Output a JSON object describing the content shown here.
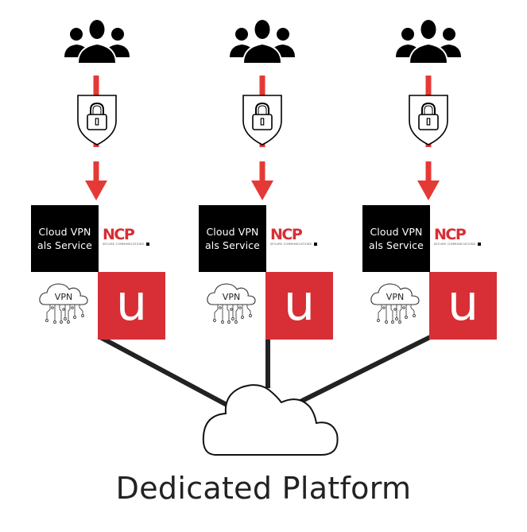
{
  "colors": {
    "accent_red": "#d72f35",
    "arrow_red": "#e53935",
    "black": "#000000",
    "link_dark": "#222222"
  },
  "icons": {
    "users": "users-group-icon",
    "shield": "shield-lock-icon",
    "arrow": "arrow-down-icon",
    "vpn": "vpn-cloud-icon",
    "platform": "cloud-icon"
  },
  "nodes": [
    {
      "service_line1": "Cloud VPN",
      "service_line2": "als Service",
      "ncp_brand": "NCP",
      "ncp_tagline": "SECURE COMMUNICATIONS",
      "vpn_label": "VPN",
      "u_letter": "u"
    },
    {
      "service_line1": "Cloud VPN",
      "service_line2": "als Service",
      "ncp_brand": "NCP",
      "ncp_tagline": "SECURE COMMUNICATIONS",
      "vpn_label": "VPN",
      "u_letter": "u"
    },
    {
      "service_line1": "Cloud VPN",
      "service_line2": "als Service",
      "ncp_brand": "NCP",
      "ncp_tagline": "SECURE COMMUNICATIONS",
      "vpn_label": "VPN",
      "u_letter": "u"
    }
  ],
  "footer": {
    "title": "Dedicated Platform"
  }
}
